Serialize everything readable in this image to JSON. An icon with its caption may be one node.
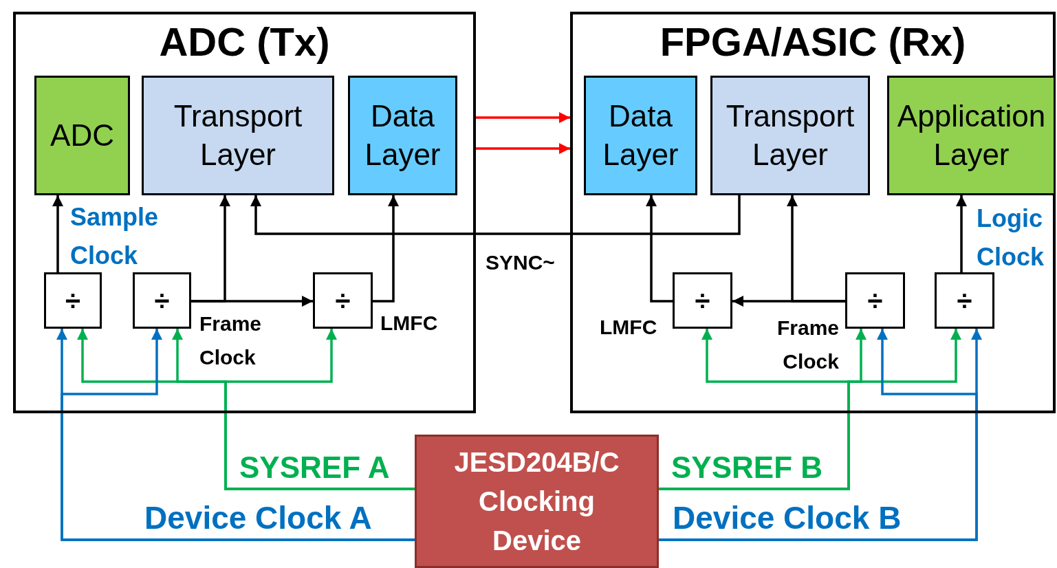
{
  "diagram": {
    "nodes": [
      {
        "text": [
          "ADC (Tx)"
        ]
      },
      {
        "text": [
          "ADC"
        ],
        "in": 0
      },
      {
        "text": [
          "Transport Layer"
        ],
        "in": 0
      },
      {
        "text": [
          "Data Layer"
        ],
        "in": 0
      },
      {
        "text": [
          "÷"
        ],
        "in": 0
      },
      {
        "text": [
          "÷"
        ],
        "in": 0
      },
      {
        "text": [
          "÷"
        ],
        "in": 0
      },
      {
        "text": [
          "FPGA/ASIC (Rx)"
        ]
      },
      {
        "text": [
          "Data Layer"
        ],
        "in": 7
      },
      {
        "text": [
          "Transport Layer"
        ],
        "in": 7
      },
      {
        "text": [
          "Application Layer"
        ],
        "in": 7
      },
      {
        "text": [
          "÷"
        ],
        "in": 7
      },
      {
        "text": [
          "÷"
        ],
        "in": 7
      },
      {
        "text": [
          "÷"
        ],
        "in": 7
      },
      {
        "text": [
          "JESD204B/C Clocking Device"
        ]
      }
    ],
    "edges": [
      {
        "from": 4,
        "to": 1,
        "arrow": "to"
      },
      {
        "from": 5,
        "to": 2,
        "arrow": "to"
      },
      {
        "from": 5,
        "to": 6,
        "arrow": "to",
        "label": "Frame Clock"
      },
      {
        "from": 6,
        "to": 3,
        "arrow": "to",
        "label": "LMFC"
      },
      {
        "from": 9,
        "to": 2,
        "arrow": "to",
        "label": "SYNC~"
      },
      {
        "from": 12,
        "to": 9,
        "arrow": "to"
      },
      {
        "from": 12,
        "to": 11,
        "arrow": "to",
        "label": "Frame Clock"
      },
      {
        "from": 11,
        "to": 8,
        "arrow": "to",
        "label": "LMFC"
      },
      {
        "from": 13,
        "to": 10,
        "arrow": "to"
      },
      {
        "from": 0,
        "to": 7,
        "arrow": "to",
        "color": "#ff0000"
      },
      {
        "from": 0,
        "to": 7,
        "arrow": "to",
        "color": "#ff0000"
      },
      {
        "from": 14,
        "to": 4,
        "arrow": "to",
        "color": "#00b050",
        "label": "SYSREF A"
      },
      {
        "from": 14,
        "to": 5,
        "arrow": "to",
        "color": "#00b050"
      },
      {
        "from": 14,
        "to": 6,
        "arrow": "to",
        "color": "#00b050"
      },
      {
        "from": 14,
        "to": 4,
        "arrow": "to",
        "color": "#0070c0",
        "label": "Device Clock A"
      },
      {
        "from": 14,
        "to": 5,
        "arrow": "to",
        "color": "#0070c0"
      },
      {
        "from": 14,
        "to": 11,
        "arrow": "to",
        "color": "#00b050",
        "label": "SYSREF B"
      },
      {
        "from": 14,
        "to": 12,
        "arrow": "to",
        "color": "#00b050"
      },
      {
        "from": 14,
        "to": 13,
        "arrow": "to",
        "color": "#00b050"
      },
      {
        "from": 14,
        "to": 12,
        "arrow": "to",
        "color": "#0070c0",
        "label": "Device Clock B"
      },
      {
        "from": 14,
        "to": 13,
        "arrow": "to",
        "color": "#0070c0"
      }
    ],
    "labels": [
      "Sample Clock",
      "Logic Clock"
    ]
  }
}
